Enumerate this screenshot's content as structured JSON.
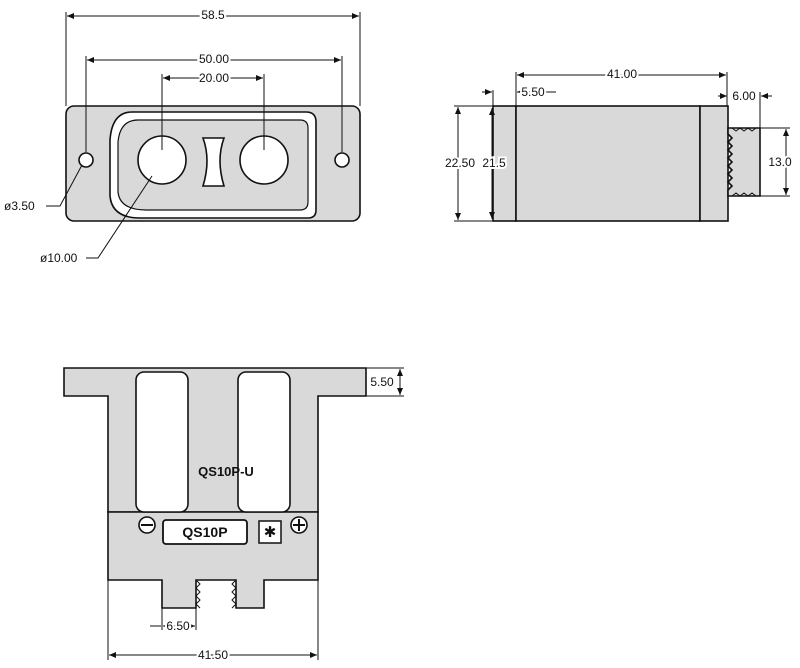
{
  "top_view": {
    "overall_width": "58.5",
    "mount_hole_spacing": "50.00",
    "pin_spacing": "20.00",
    "mount_hole_diameter": "ø3.50",
    "pin_diameter": "ø10.00"
  },
  "side_view": {
    "body_length": "41.00",
    "flange_thickness": "5.50",
    "thread_length": "6.00",
    "outer_height": "22.50",
    "body_height": "21.5",
    "thread_diameter": "13.0"
  },
  "front_view": {
    "flange_height": "5.50",
    "model_label": "QS10P-U",
    "badge_text": "QS10P",
    "minus_symbol": "−",
    "plus_symbol": "+",
    "spark_symbol": "✱",
    "slot_width": "6.50",
    "overall_width": "41.50"
  }
}
